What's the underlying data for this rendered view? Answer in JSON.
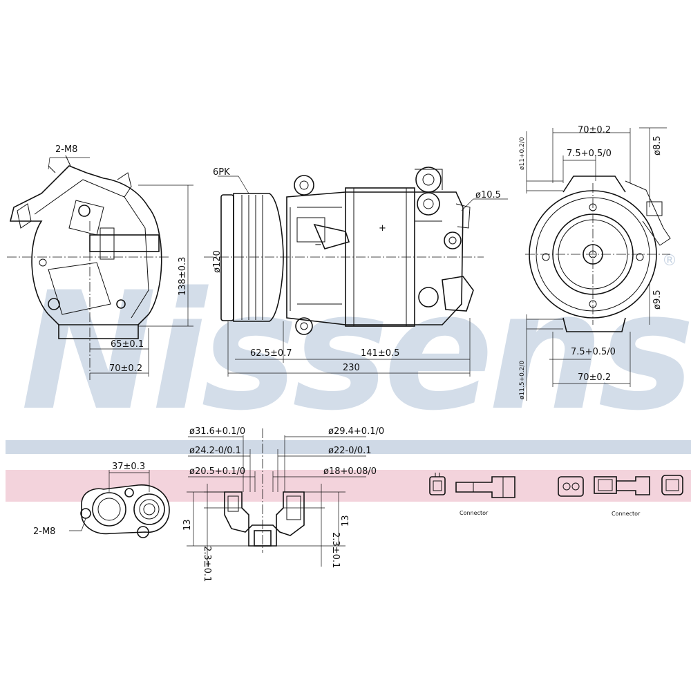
{
  "brand": {
    "watermark": "Nissens",
    "registered_mark": "®",
    "colors": {
      "watermark": "#d3dde9",
      "band_blue": "#cfd9e6",
      "band_pink": "#f3d3dc",
      "line": "#111111"
    }
  },
  "left_view": {
    "thread_label": "2-M8",
    "dim_65": "65±0.1",
    "dim_70": "70±0.2",
    "dim_138": "138±0.3"
  },
  "side_view": {
    "belt_label": "6PK",
    "dia_120": "ø120",
    "dia_10_5": "ø10.5",
    "dim_62_5": "62.5±0.7",
    "dim_141": "141±0.5",
    "dim_230": "230",
    "plus_mark": "+",
    "minus_mark": "−"
  },
  "right_view": {
    "dim_70_top": "70±0.2",
    "dim_7_5_top": "7.5+0.5/0",
    "dim_11_top": "ø11+0.2/0",
    "dim_8_5": "ø8.5",
    "dim_9_5": "ø9.5",
    "dim_7_5_bottom": "7.5+0.5/0",
    "dim_70_bottom": "70±0.2",
    "dim_11_5": "ø11.5+0.2/0"
  },
  "port_view": {
    "thread_label": "2-M8",
    "dim_37": "37±0.3"
  },
  "section_view": {
    "d31_6": "ø31.6+0.1/0",
    "d24_2": "ø24.2-0/0.1",
    "d20_5": "ø20.5+0.1/0",
    "d29_4": "ø29.4+0.1/0",
    "d22": "ø22-0/0.1",
    "d18": "ø18+0.08/0",
    "h13_left": "13",
    "h2_3_left": "2.3±0.1",
    "h13_right": "13",
    "h2_3_right": "2.3±0.1"
  },
  "connectors": {
    "label_1": "Connector",
    "label_2": "Connector"
  }
}
